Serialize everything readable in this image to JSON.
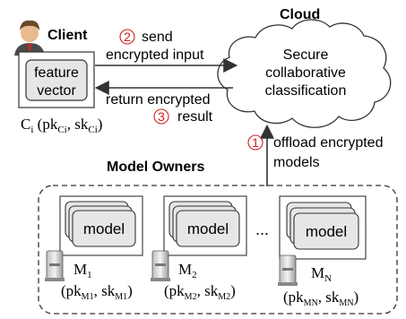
{
  "client": {
    "title": "Client",
    "box_line1": "feature",
    "box_line2": "vector",
    "label_main": "C",
    "label_sub": "i",
    "key_pk": "pk",
    "key_pk_sub": "Ci",
    "key_sk": "sk",
    "key_sk_sub": "Ci"
  },
  "cloud": {
    "title": "Cloud",
    "line1": "Secure",
    "line2": "collaborative",
    "line3": "classification"
  },
  "steps": [
    {
      "num": "2",
      "line1": "send",
      "line2": "encrypted input"
    },
    {
      "num": "3",
      "line1": "return encrypted",
      "line2": "result"
    },
    {
      "num": "1",
      "line1": "offload encrypted",
      "line2": "models"
    }
  ],
  "owners": {
    "title": "Model Owners",
    "ellipsis": "...",
    "items": [
      {
        "box": "model",
        "name": "M",
        "name_sub": "1",
        "pk": "pk",
        "pk_sub": "M1",
        "sk": "sk",
        "sk_sub": "M1"
      },
      {
        "box": "model",
        "name": "M",
        "name_sub": "2",
        "pk": "pk",
        "pk_sub": "M2",
        "sk": "sk",
        "sk_sub": "M2"
      },
      {
        "box": "model",
        "name": "M",
        "name_sub": "N",
        "pk": "pk",
        "pk_sub": "MN",
        "sk": "sk",
        "sk_sub": "MN"
      }
    ]
  },
  "colors": {
    "box_fill": "#e6e6e6",
    "step_red": "#cc1f1f",
    "arrow": "#333333"
  }
}
